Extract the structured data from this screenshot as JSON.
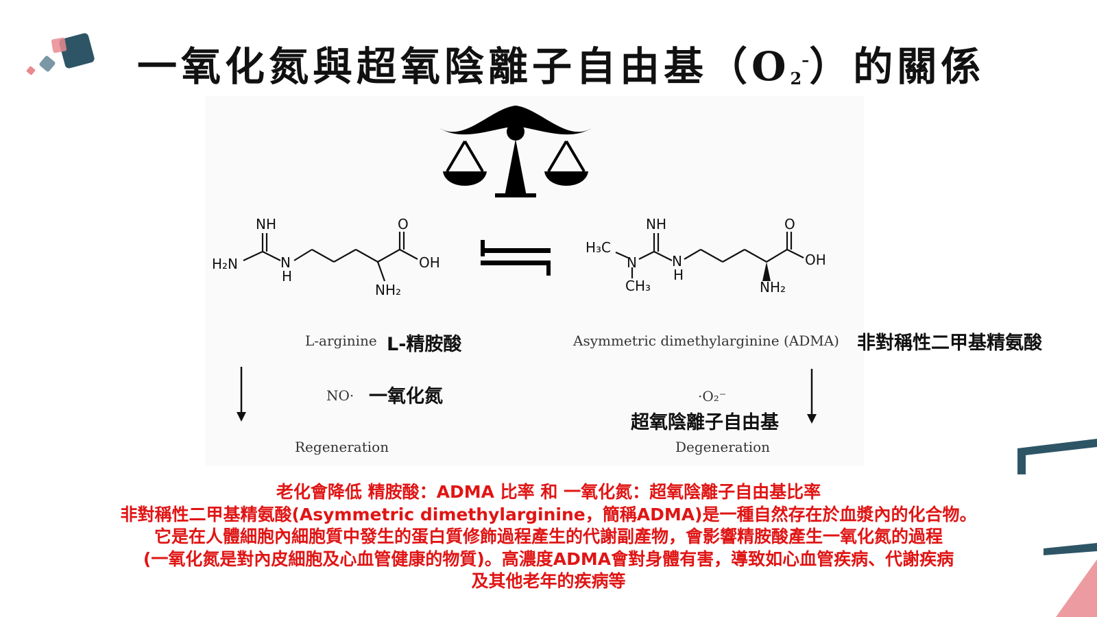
{
  "title": {
    "main": "一氧化氮與超氧陰離子自由基（O",
    "sub": "2",
    "sup": "–",
    "tail": "）的關係"
  },
  "left_molecule": {
    "name_en": "L-arginine",
    "name_cn": "L-精胺酸",
    "atoms": {
      "imine": "NH",
      "amine": "H₂N",
      "nh": "N",
      "h": "H",
      "carbonyl": "O",
      "hydroxyl": "OH",
      "amino": "NH₂"
    }
  },
  "right_molecule": {
    "name_en": "Asymmetric dimethylarginine (ADMA)",
    "name_cn": "非對稱性二甲基精氨酸",
    "atoms": {
      "imine": "NH",
      "methyl1": "H₃C",
      "n_dimethyl": "N",
      "methyl2": "CH₃",
      "nh": "N",
      "h": "H",
      "carbonyl": "O",
      "hydroxyl": "OH",
      "amino": "NH₂"
    }
  },
  "left_path": {
    "product_en": "NO·",
    "product_cn": "一氧化氮",
    "outcome": "Regeneration"
  },
  "right_path": {
    "product_en": "·O₂⁻",
    "product_cn": "超氧陰離子自由基",
    "outcome": "Degeneration"
  },
  "footer": {
    "lines": [
      "老化會降低  精胺酸：ADMA 比率 和 一氧化氮：超氧陰離子自由基比率",
      "非對稱性二甲基精氨酸(Asymmetric dimethylarginine，簡稱ADMA)是一種自然存在於血漿內的化合物。",
      "它是在人體細胞內細胞質中發生的蛋白質修飾過程產生的代謝副產物，會影響精胺酸產生一氧化氮的過程",
      "(一氧化氮是對內皮細胞及心血管健康的物質)。高濃度ADMA會對身體有害，導致如心血管疾病、代謝疾病",
      "及其他老年的疾病等"
    ],
    "color": "#e01515"
  },
  "colors": {
    "accent_dark": "#2e5566",
    "accent_pink": "#e98a8f",
    "accent_slate": "#7a97a6"
  },
  "icons": [
    "balance-scale-icon",
    "equilibrium-arrows-icon",
    "down-arrow-icon",
    "decorative-squares-icon"
  ]
}
